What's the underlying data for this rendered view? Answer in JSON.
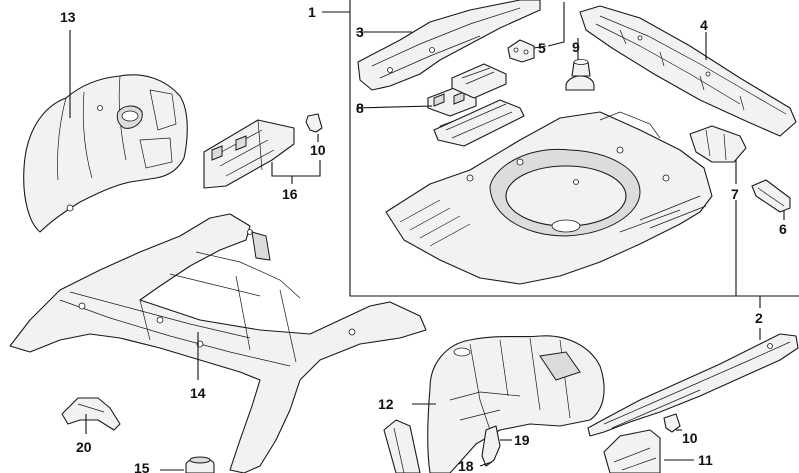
{
  "diagram": {
    "callouts": [
      {
        "id": "c1",
        "text": "1"
      },
      {
        "id": "c2",
        "text": "2"
      },
      {
        "id": "c3",
        "text": "3"
      },
      {
        "id": "c4",
        "text": "4"
      },
      {
        "id": "c5",
        "text": "5"
      },
      {
        "id": "c6",
        "text": "6"
      },
      {
        "id": "c7",
        "text": "7"
      },
      {
        "id": "c8",
        "text": "8"
      },
      {
        "id": "c9",
        "text": "9"
      },
      {
        "id": "c10a",
        "text": "10"
      },
      {
        "id": "c10b",
        "text": "10"
      },
      {
        "id": "c11",
        "text": "11"
      },
      {
        "id": "c12",
        "text": "12"
      },
      {
        "id": "c13",
        "text": "13"
      },
      {
        "id": "c14",
        "text": "14"
      },
      {
        "id": "c15",
        "text": "15"
      },
      {
        "id": "c16",
        "text": "16"
      },
      {
        "id": "c18",
        "text": "18"
      },
      {
        "id": "c19",
        "text": "19"
      },
      {
        "id": "c20",
        "text": "20"
      }
    ],
    "colors": {
      "line": "#1a1a1a",
      "fill": "#f2f2f2",
      "background": "#ffffff"
    }
  }
}
